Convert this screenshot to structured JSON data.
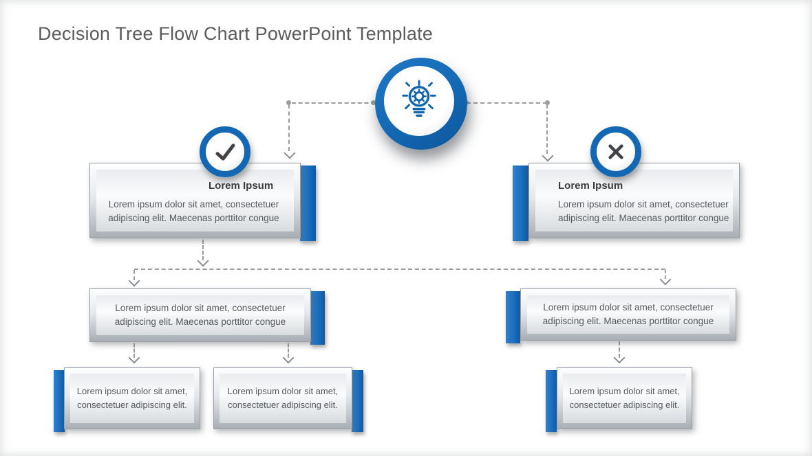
{
  "title": "Decision Tree Flow Chart PowerPoint Template",
  "colors": {
    "accent_blue": "#1468b3",
    "bar_blue": "#1b6fbe",
    "connector_gray": "#9b9b9b"
  },
  "hub": {
    "icon": "lightbulb-gear-icon"
  },
  "decision_yes": {
    "badge_icon": "check-icon",
    "title": "Lorem Ipsum",
    "body": "Lorem ipsum dolor sit amet, consectetuer adipiscing elit. Maecenas porttitor congue"
  },
  "decision_no": {
    "badge_icon": "cross-icon",
    "title": "Lorem Ipsum",
    "body": "Lorem ipsum dolor sit amet, consectetuer adipiscing elit. Maecenas porttitor congue"
  },
  "level2": {
    "left": {
      "body": "Lorem ipsum dolor sit amet, consectetuer adipiscing elit. Maecenas porttitor congue"
    },
    "right": {
      "body": "Lorem ipsum dolor sit amet, consectetuer adipiscing elit. Maecenas porttitor congue"
    }
  },
  "level3": {
    "left_a": {
      "body": "Lorem ipsum dolor sit amet, consectetuer adipiscing elit."
    },
    "left_b": {
      "body": "Lorem ipsum dolor sit amet, consectetuer adipiscing elit."
    },
    "right": {
      "body": "Lorem ipsum dolor sit amet, consectetuer adipiscing elit."
    }
  }
}
